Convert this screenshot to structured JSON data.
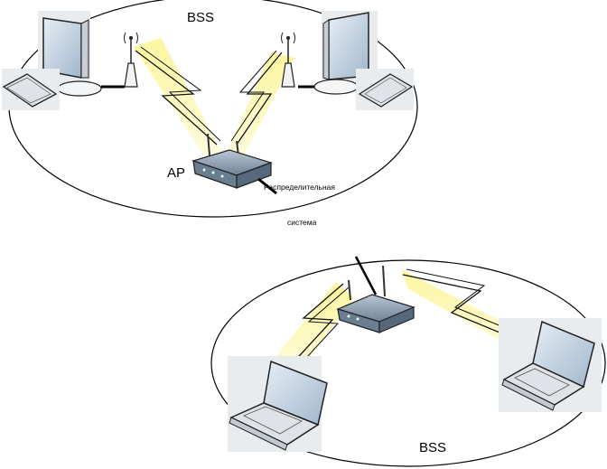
{
  "diagram": {
    "top_network": {
      "bss_label": "BSS",
      "ap_label": "AP",
      "distribution_label_line1": "Распределительная",
      "distribution_label_line2": "система"
    },
    "bottom_network": {
      "bss_label": "BSS"
    },
    "colors": {
      "signal_beam": "#fbf59a",
      "lightning_fill": "#fff27a",
      "device_body": "#d9dde3",
      "screen": "#b8cde0",
      "router_body": "#8e9fb3"
    },
    "icons": [
      "desktop-computer-icon",
      "keyboard-icon",
      "antenna-icon",
      "wireless-router-icon",
      "laptop-icon",
      "lightning-signal-icon"
    ]
  }
}
